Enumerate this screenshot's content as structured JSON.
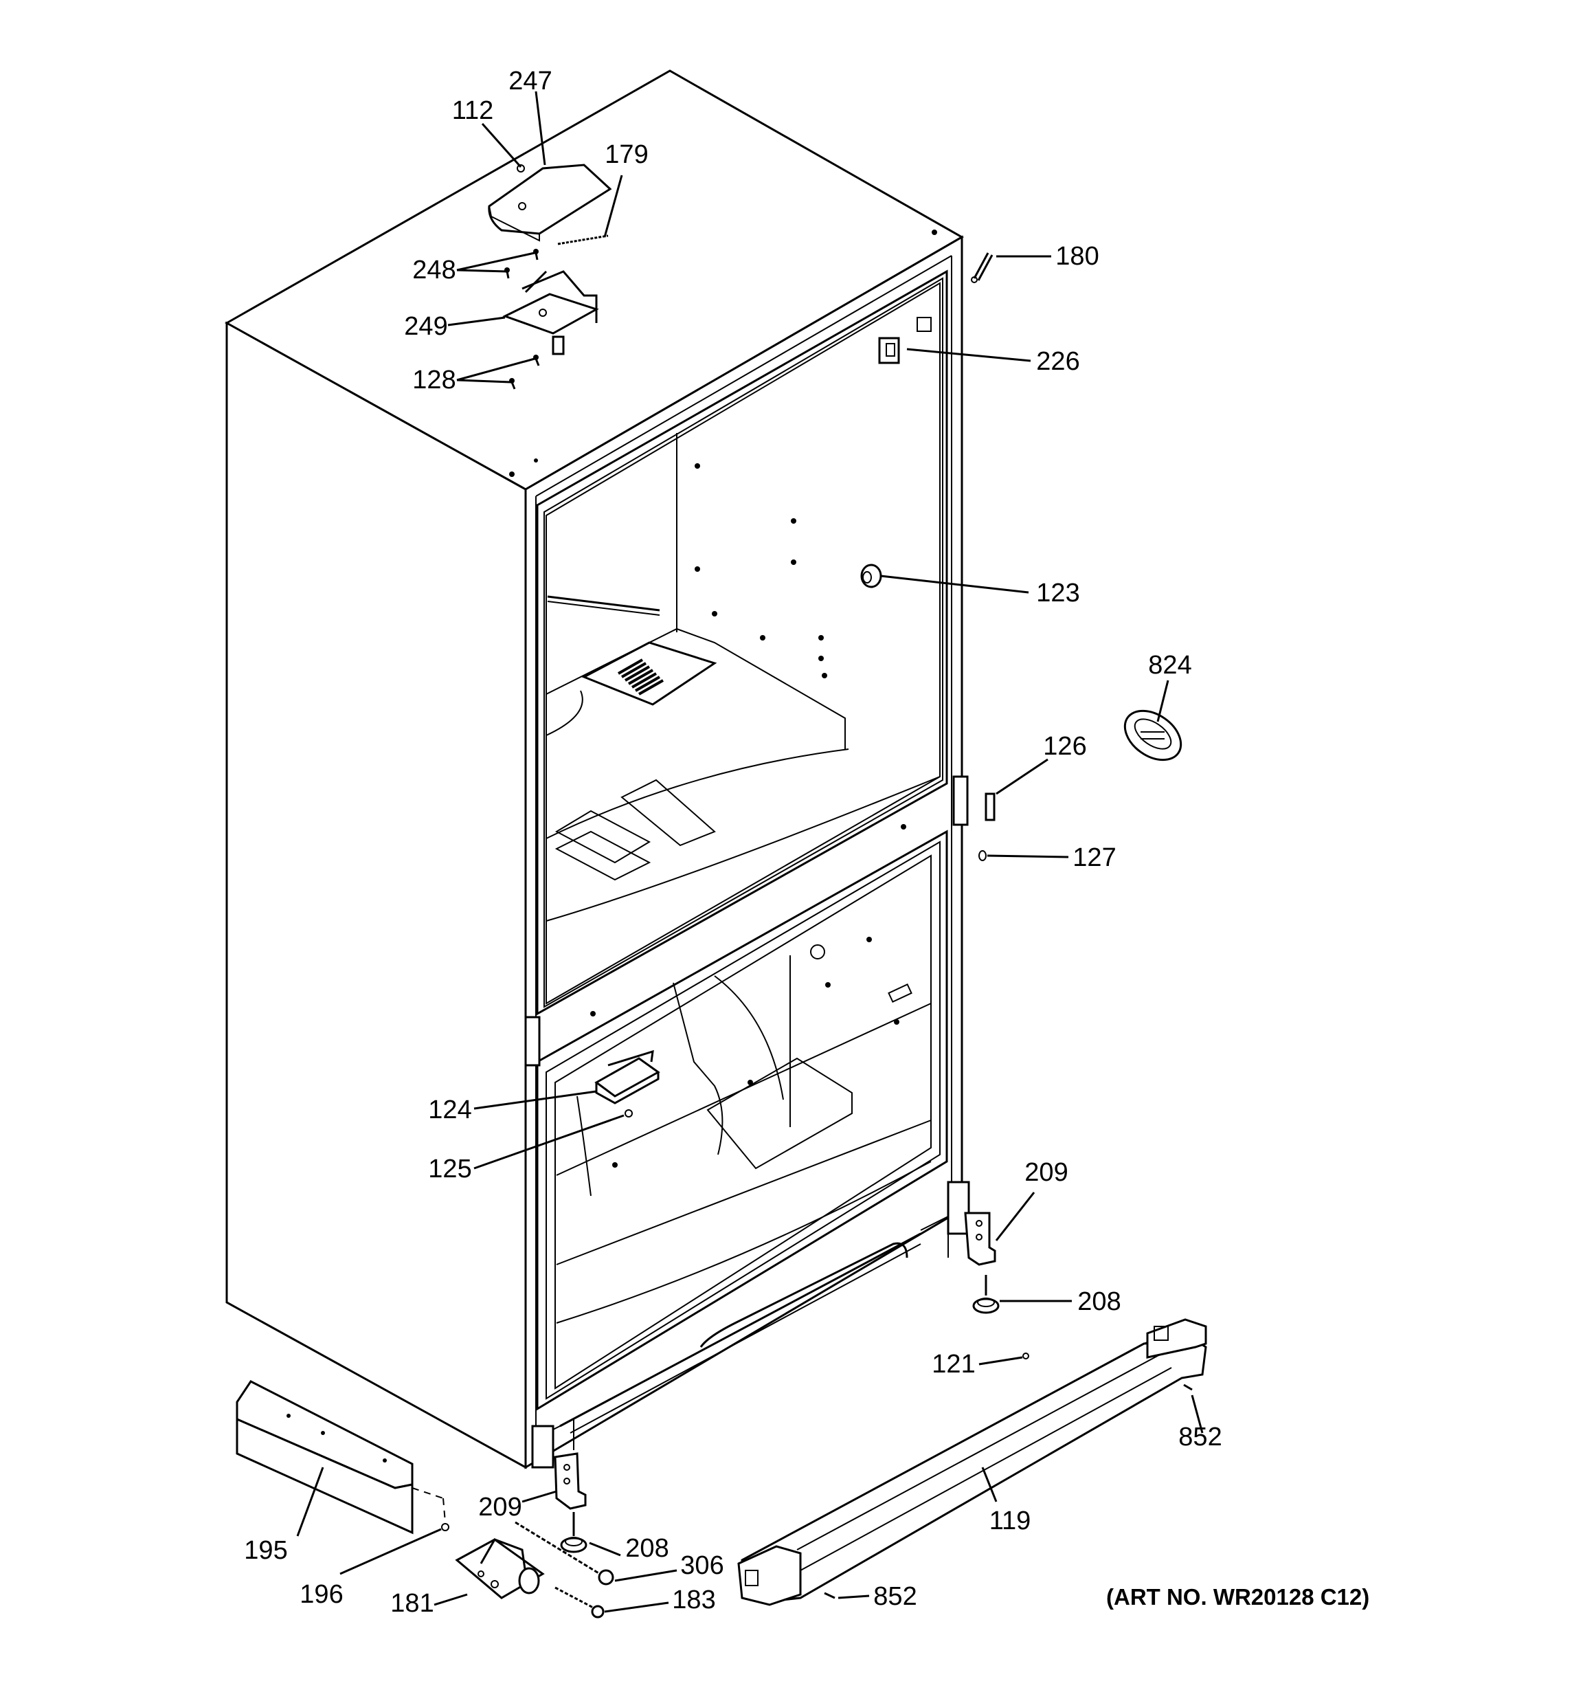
{
  "diagram": {
    "part_labels": {
      "p112": "112",
      "p247": "247",
      "p179": "179",
      "p248": "248",
      "p249": "249",
      "p128": "128",
      "p180": "180",
      "p226": "226",
      "p123": "123",
      "p824": "824",
      "p126": "126",
      "p127": "127",
      "p124": "124",
      "p125": "125",
      "p209_right": "209",
      "p208_right": "208",
      "p121": "121",
      "p852_right": "852",
      "p119": "119",
      "p195": "195",
      "p196": "196",
      "p209_left": "209",
      "p208_left": "208",
      "p306": "306",
      "p181": "181",
      "p183": "183",
      "p852_bottom": "852"
    },
    "art_number": "(ART NO. WR20128 C12)"
  }
}
